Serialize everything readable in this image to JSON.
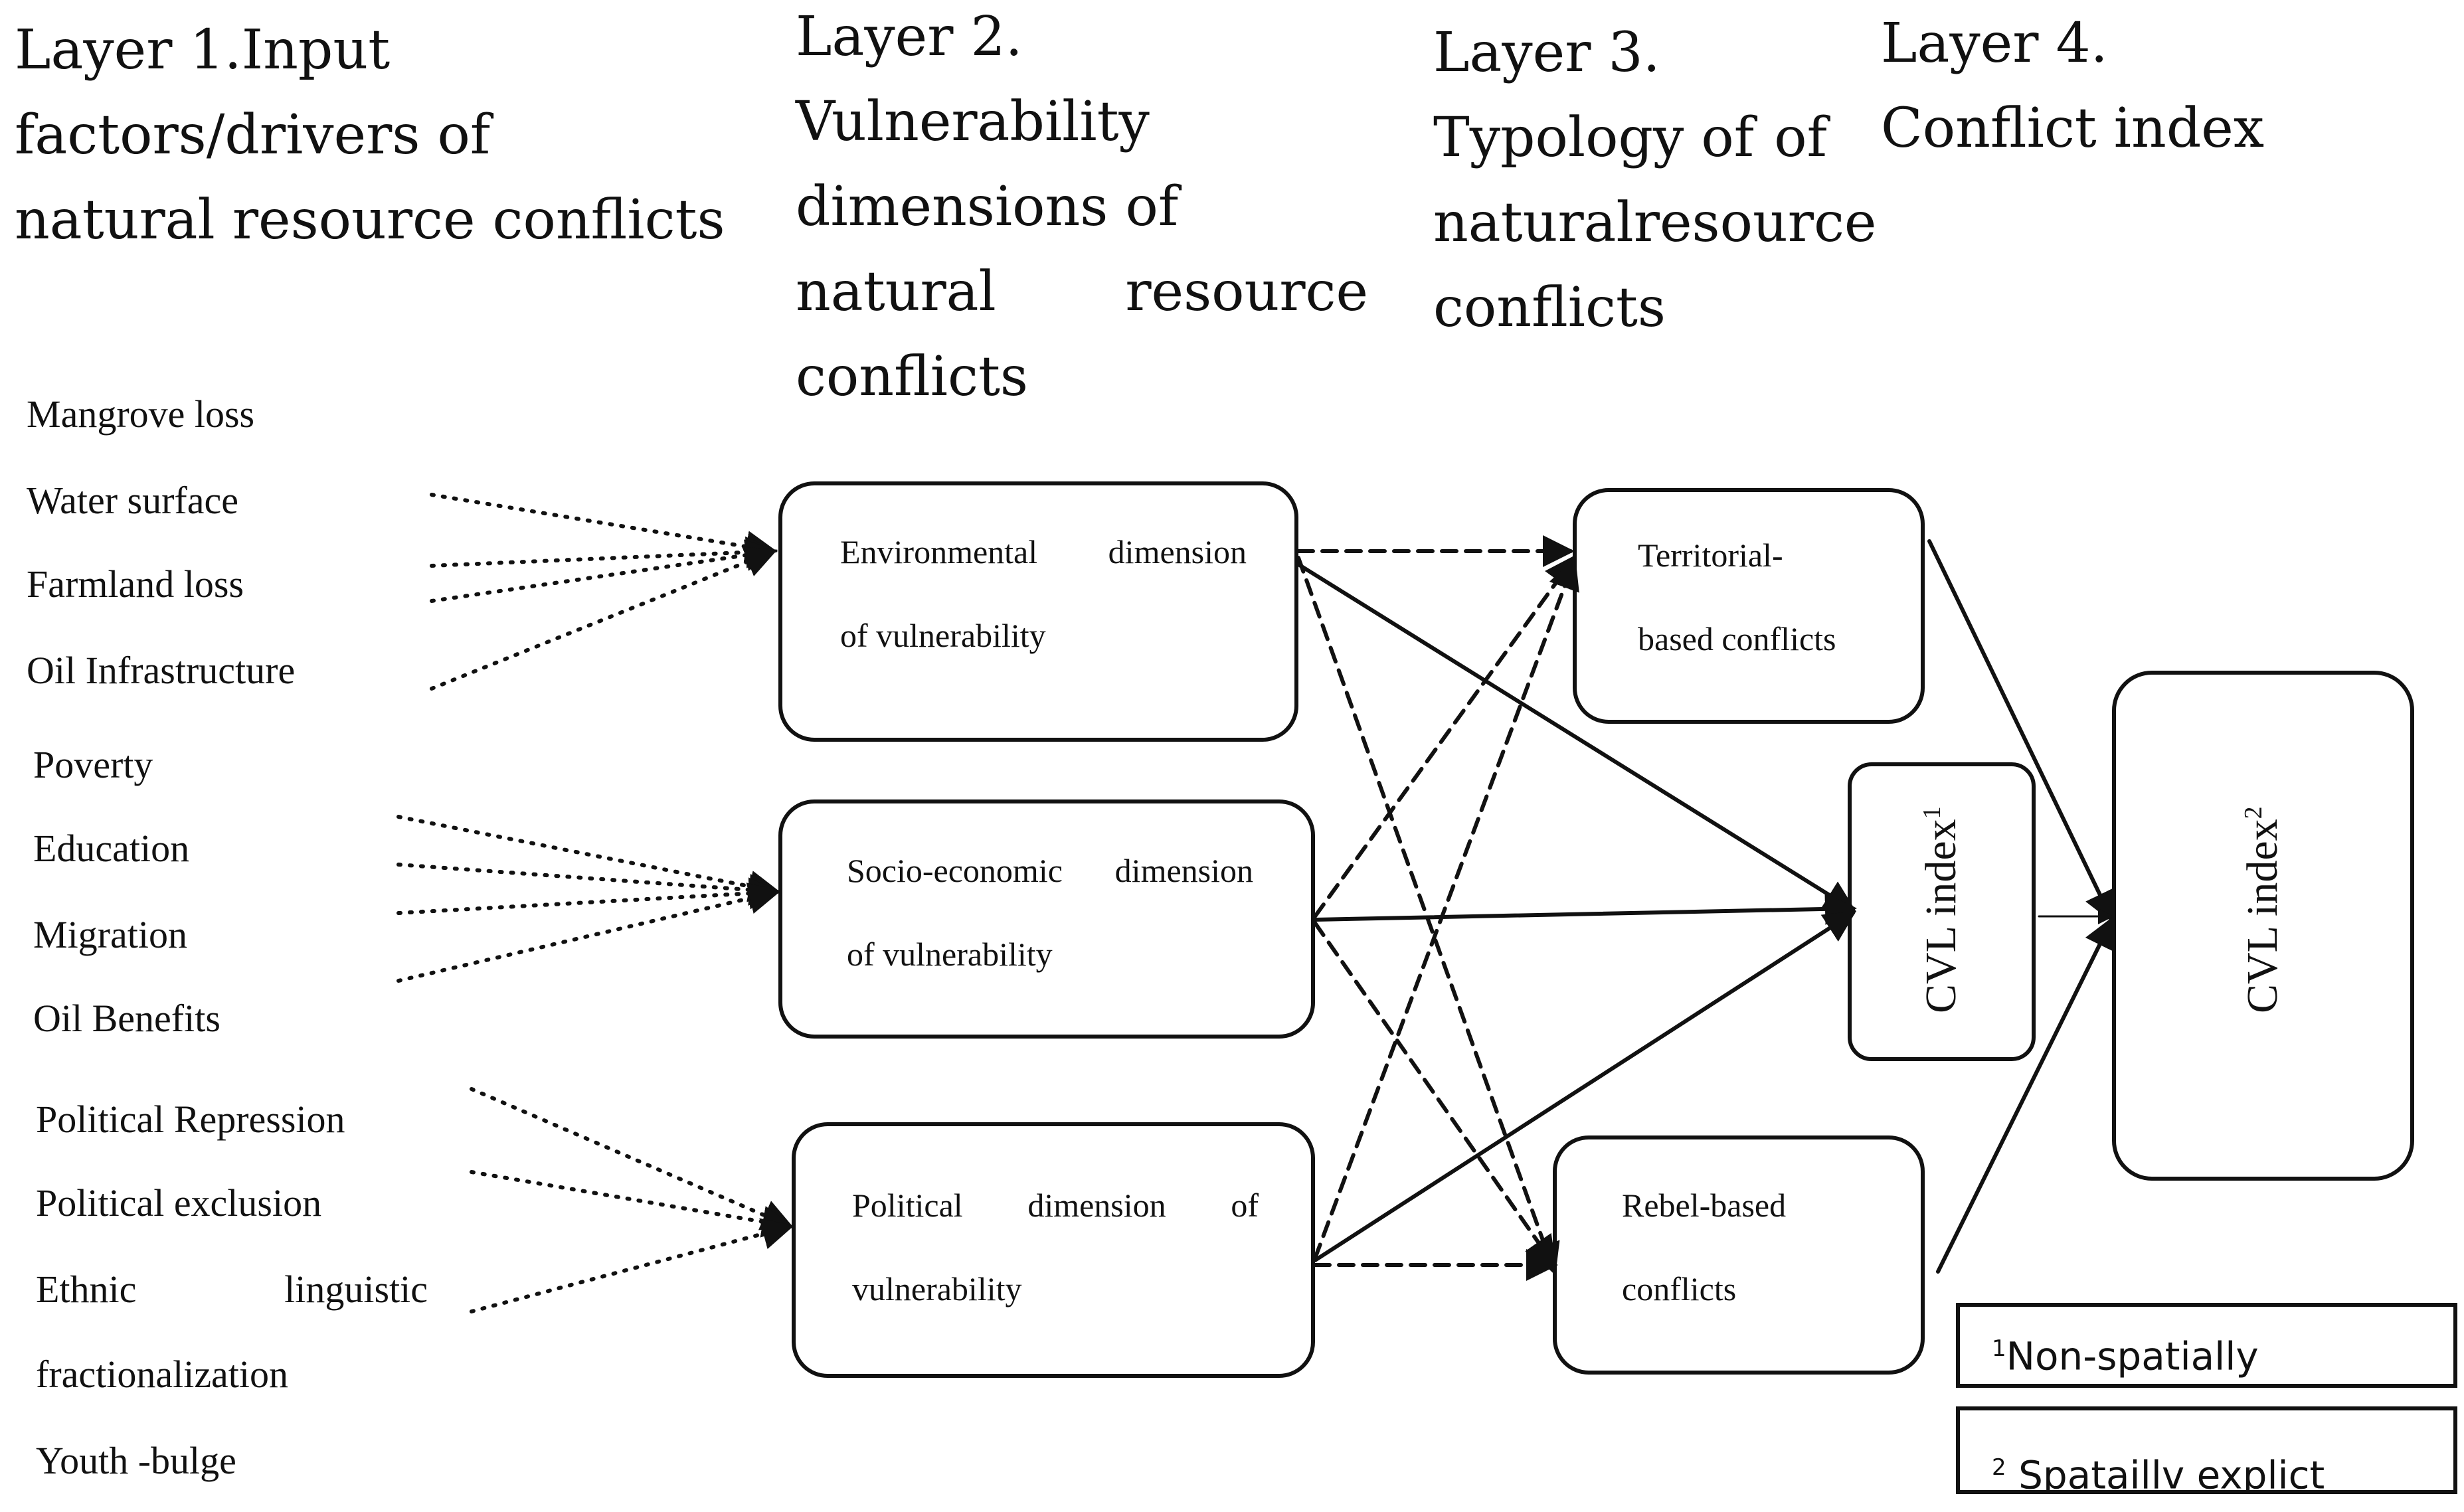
{
  "headers": {
    "layer1": [
      "Layer 1.Input",
      "factors/drivers of",
      "natural resource conflicts"
    ],
    "layer2_l1": "Layer 2.",
    "layer2_l2": "Vulnerability",
    "layer2_l3": "dimensions of",
    "layer2_l4a": "natural",
    "layer2_l4b": "resource",
    "layer2_l5": "conflicts",
    "layer3_l1": "Layer 3.",
    "layer3_l2a": "Typology of",
    "layer3_l2b": "of",
    "layer3_l3a": "natural",
    "layer3_l3b": "resource",
    "layer3_l4": "conflicts",
    "layer4": [
      "Layer 4.",
      "Conflict index"
    ]
  },
  "inputs": {
    "environmental": [
      "Mangrove loss",
      "Water surface",
      "Farmland loss",
      "Oil Infrastructure"
    ],
    "socioeconomic": [
      "Poverty",
      "Education",
      "Migration",
      "Oil Benefits"
    ],
    "political": [
      "Political Repression",
      "Political exclusion"
    ],
    "political_l3a": "Ethnic",
    "political_l3b": "linguistic",
    "political_l4": "fractionalization",
    "political_l5": "Youth -bulge"
  },
  "dimensions": {
    "env_l1a": "Environmental",
    "env_l1b": "dimension",
    "env_l2": "of vulnerability",
    "soc_l1a": "Socio-economic",
    "soc_l1b": "dimension",
    "soc_l2": "of vulnerability",
    "pol_l1a": "Political",
    "pol_l1b": "dimension",
    "pol_l1c": "of",
    "pol_l2": "vulnerability"
  },
  "conflicts": {
    "territorial": [
      "Territorial-",
      "based conflicts"
    ],
    "rebel": [
      "Rebel-based",
      "conflicts"
    ]
  },
  "indices": {
    "cvl1": "CVL index",
    "cvl1_sup": "1",
    "cvl2": "CVL index",
    "cvl2_sup": "2"
  },
  "legend": {
    "item1_sup": "1",
    "item1": "Non-spatially",
    "item2_sup": "2",
    "item2": " Spataillv explict"
  },
  "colors": {
    "line": "#111111",
    "background": "#ffffff"
  }
}
